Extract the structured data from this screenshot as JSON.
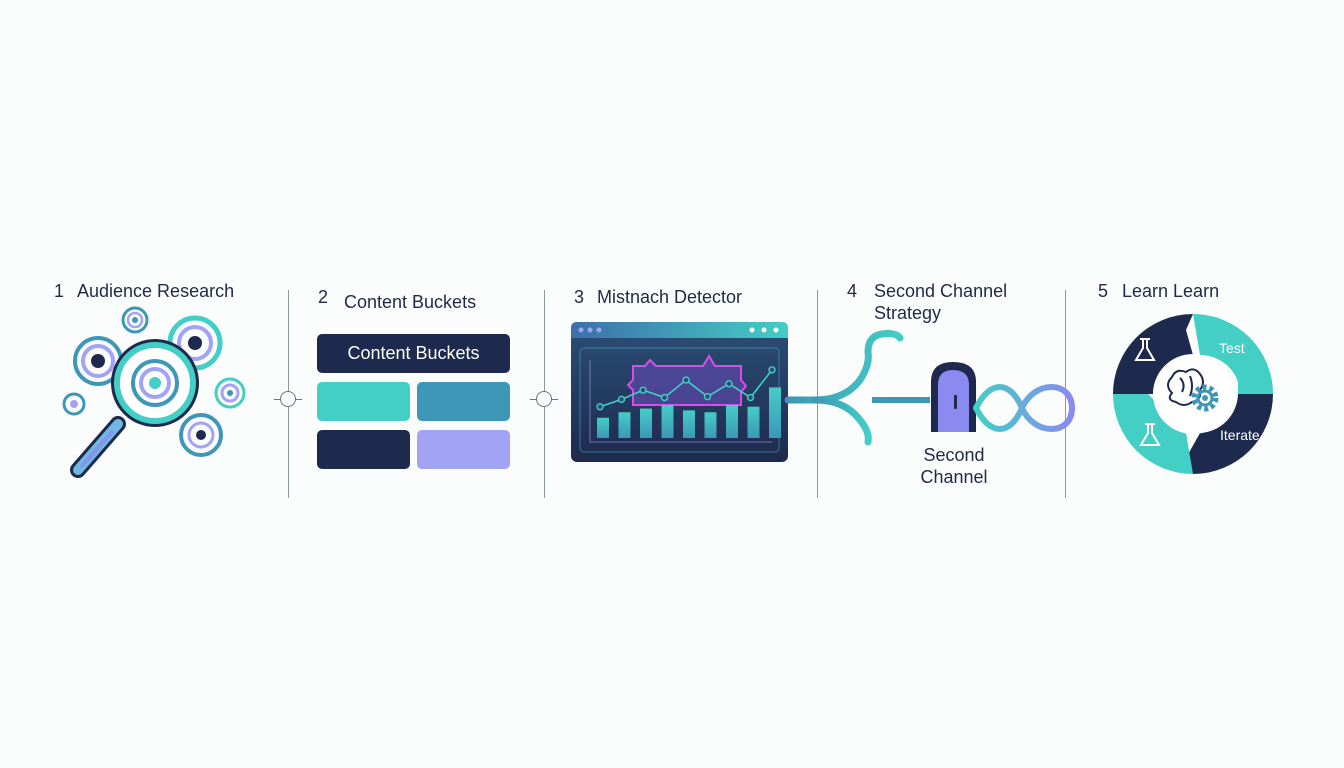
{
  "steps": [
    {
      "number": "1",
      "title": "Audience Research"
    },
    {
      "number": "2",
      "title": "Content Buckets"
    },
    {
      "number": "3",
      "title": "Mistnach Detector"
    },
    {
      "number": "4",
      "title": "Second Channel Strategy"
    },
    {
      "number": "5",
      "title": "Learn Learn"
    }
  ],
  "content_buckets": {
    "header_label": "Content Buckets",
    "tile_colors": [
      "#43cec6",
      "#3e97b6",
      "#1e2a4d",
      "#a3a3f5"
    ]
  },
  "mismatch_detector": {
    "bar_values": [
      22,
      28,
      32,
      36,
      30,
      28,
      36,
      34,
      55
    ],
    "line_values": [
      34,
      42,
      52,
      44,
      63,
      45,
      59,
      44,
      74
    ]
  },
  "second_channel": {
    "label_line1": "Second",
    "label_line2": "Channel"
  },
  "learn_cycle": {
    "test_label": "Test",
    "iterate_label": "Iterate"
  },
  "colors": {
    "navy": "#1e2a4d",
    "teal": "#43cec6",
    "blue": "#3e97b6",
    "lavender": "#a3a3f5",
    "magenta": "#d84de8"
  },
  "icons": [
    "magnifier-icon",
    "target-icon",
    "dashboard-icon",
    "rotary-phone-icon",
    "infinity-icon",
    "brain-icon",
    "gear-icon",
    "flask-icon"
  ]
}
